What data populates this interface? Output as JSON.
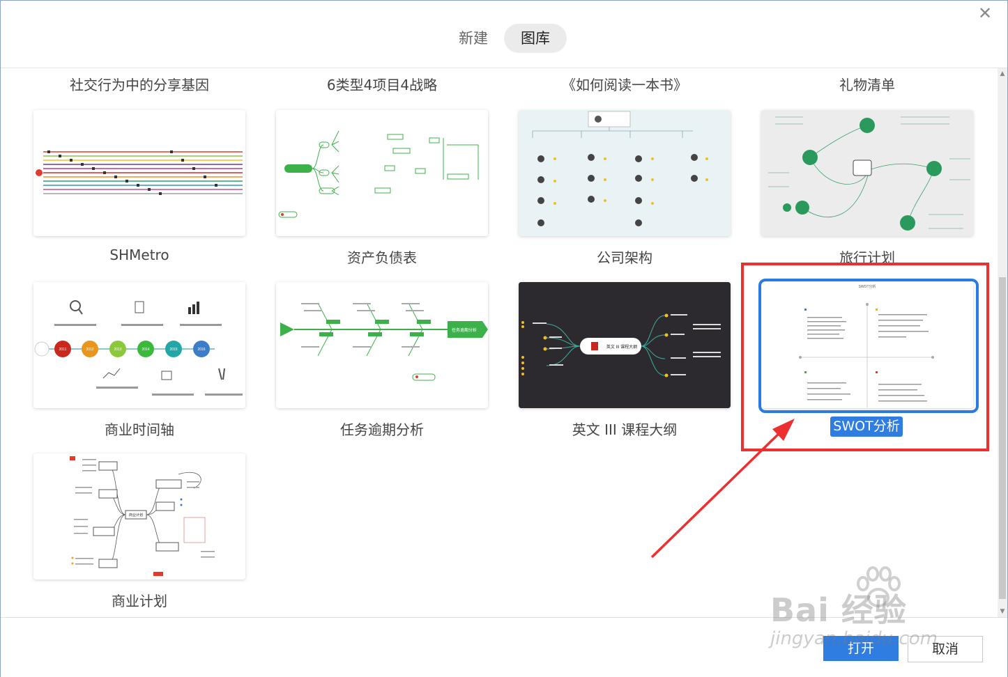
{
  "header": {
    "tabs": [
      {
        "label": "新建",
        "active": false
      },
      {
        "label": "图库",
        "active": true
      }
    ],
    "close_icon": "close-icon"
  },
  "gallery": {
    "top_row_titles": [
      "社交行为中的分享基因",
      "6类型4项目4战略",
      "《如何阅读一本书》",
      "礼物清单"
    ],
    "cards": [
      {
        "label": "SHMetro",
        "theme": "metro"
      },
      {
        "label": "资产负债表",
        "theme": "mindmap-green"
      },
      {
        "label": "公司架构",
        "theme": "orgchart"
      },
      {
        "label": "旅行计划",
        "theme": "travel"
      },
      {
        "label": "商业时间轴",
        "theme": "timeline",
        "years": [
          "2011",
          "2012",
          "2013",
          "2014",
          "2015",
          "2016"
        ]
      },
      {
        "label": "任务逾期分析",
        "theme": "fishbone",
        "center": "任务逾期分析"
      },
      {
        "label": "英文 III 课程大纲",
        "theme": "dark-mindmap",
        "center": "英文 III 课程大纲"
      },
      {
        "label": "SWOT分析",
        "theme": "swot",
        "selected": true,
        "chart_title": "SWOT分析"
      },
      {
        "label": "商业计划",
        "theme": "business-plan",
        "center": "商业计划"
      }
    ]
  },
  "footer": {
    "open_label": "打开",
    "cancel_label": "取消"
  },
  "watermark": {
    "main": "Bai 经验",
    "sub": "jingyan.baidu.com"
  },
  "colors": {
    "accent": "#2f7de1",
    "annotation": "#ec2f2f",
    "timeline": [
      "#c8281e",
      "#e8961e",
      "#8cc83c",
      "#3cb93c",
      "#22a6a6",
      "#3c7dc8"
    ]
  }
}
